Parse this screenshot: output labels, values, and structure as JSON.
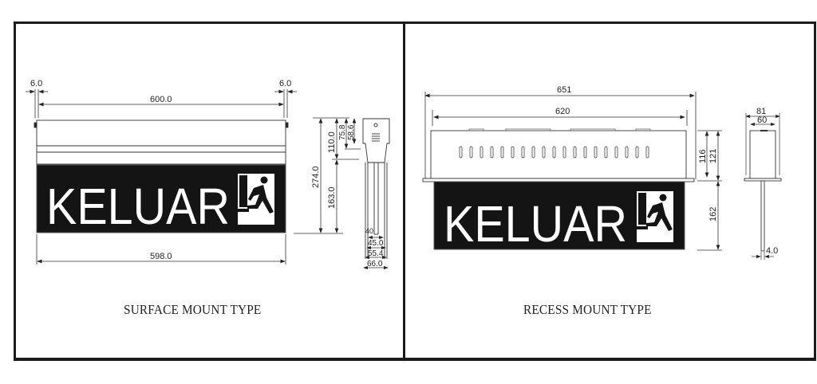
{
  "figure": {
    "panels": [
      {
        "title": "SURFACE MOUNT TYPE",
        "sign_text": "KELUAR",
        "front_view": {
          "top_left_offset": "6.0",
          "top_right_offset": "6.0",
          "overall_width": "600.0",
          "panel_width": "598.0"
        },
        "side_view": {
          "total_height": "274.0",
          "housing_height": "110.0",
          "panel_height": "163.0",
          "dim_75": "75.8",
          "dim_58": "58.6",
          "dim_40": "40",
          "dim_45": "45.0",
          "dim_55": "55.4",
          "dim_66": "66.0"
        }
      },
      {
        "title": "RECESS MOUNT TYPE",
        "sign_text": "KELUAR",
        "front_view": {
          "overall_width": "651",
          "housing_width": "620"
        },
        "side_view": {
          "housing_height": "116",
          "flange_height": "121",
          "panel_height": "162",
          "depth_outer": "81",
          "depth_inner": "60",
          "panel_thickness": "4.0"
        }
      }
    ],
    "colors": {
      "line": "#1b1b1b",
      "panel_bg": "#141414",
      "sign_text": "#ffffff"
    }
  }
}
